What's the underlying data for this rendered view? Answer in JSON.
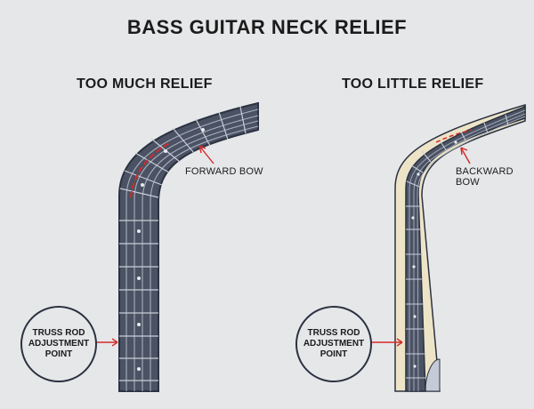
{
  "title": "BASS GUITAR NECK RELIEF",
  "panels": {
    "left": {
      "heading": "TOO MUCH RELIEF",
      "callout": "FORWARD BOW",
      "adjustment": "TRUSS ROD\nADJUSTMENT\nPOINT"
    },
    "right": {
      "heading": "TOO LITTLE RELIEF",
      "callout": "BACKWARD BOW",
      "adjustment": "TRUSS ROD\nADJUSTMENT\nPOINT"
    }
  },
  "colors": {
    "background": "#e6e7e9",
    "neck": "#4a5264",
    "neck_outline": "#2b3240",
    "fret": "#c9ced8",
    "string": "#aab0bd",
    "accent": "#d42a2a",
    "wood": "#ede4c8"
  }
}
